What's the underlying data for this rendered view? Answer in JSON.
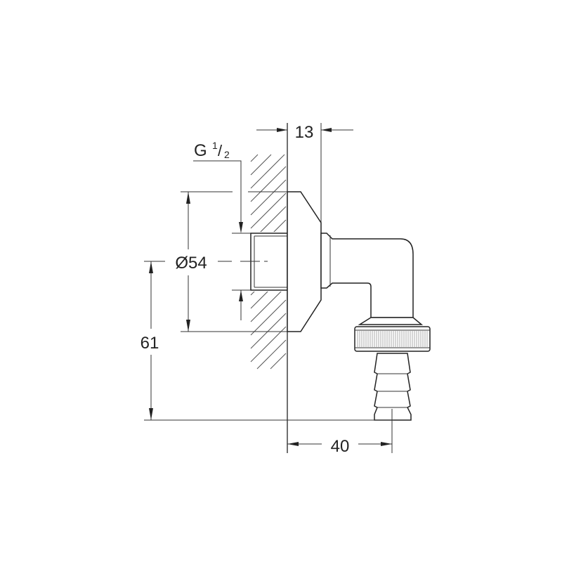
{
  "drawing": {
    "dimensions": {
      "wall_offset": "13",
      "thread_label": "G",
      "thread_num": "1",
      "thread_den": "2",
      "flange_diameter": "Ø54",
      "height": "61",
      "projection": "40"
    },
    "colors": {
      "line": "#222222",
      "background": "#ffffff"
    }
  }
}
